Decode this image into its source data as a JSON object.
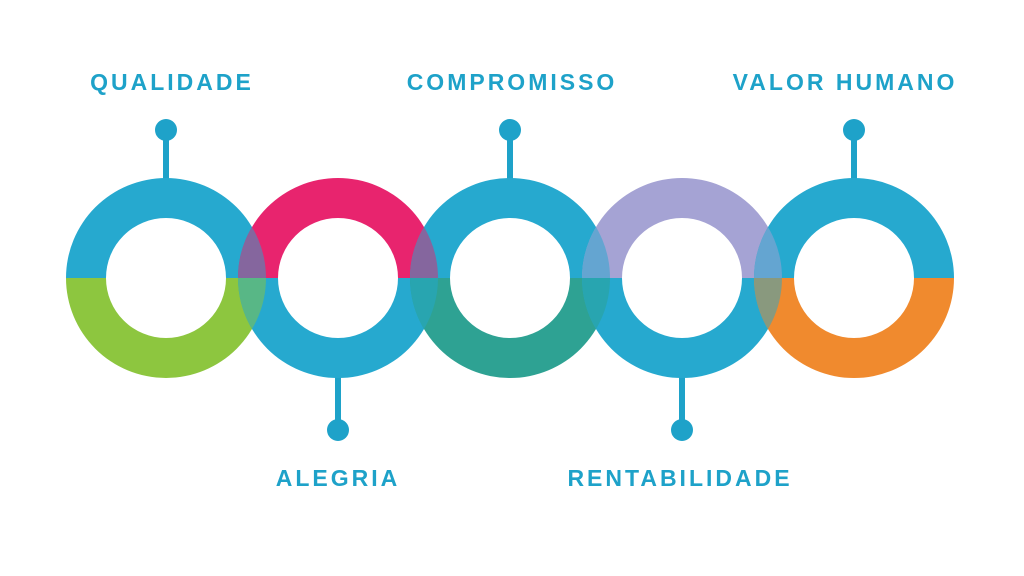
{
  "colors": {
    "accent": "#1EA2C9",
    "background": "#FFFFFF"
  },
  "diagram": {
    "type": "overlapping-rings-values-infographic",
    "accent_color": "#1EA2C9",
    "items": [
      {
        "label": "QUALIDADE",
        "label_position": "top",
        "ring_top_color": "#26A9CF",
        "ring_bottom_color": "#8DC63F"
      },
      {
        "label": "ALEGRIA",
        "label_position": "bottom",
        "ring_top_color": "#E8246E",
        "ring_bottom_color": "#26A9CF"
      },
      {
        "label": "COMPROMISSO",
        "label_position": "top",
        "ring_top_color": "#26A9CF",
        "ring_bottom_color": "#2EA293"
      },
      {
        "label": "RENTABILIDADE",
        "label_position": "bottom",
        "ring_top_color": "#A5A3D4",
        "ring_bottom_color": "#26A9CF"
      },
      {
        "label": "VALOR HUMANO",
        "label_position": "top",
        "ring_top_color": "#26A9CF",
        "ring_bottom_color": "#F08A2E"
      }
    ],
    "overlap_colors": [
      {
        "top": "#85669E",
        "bottom": "#58B786"
      },
      {
        "top": "#85669E",
        "bottom": "#28A5B0"
      },
      {
        "top": "#64A5D1",
        "bottom": "#28A5B0"
      },
      {
        "top": "#64A5D1",
        "bottom": "#89997E"
      }
    ]
  }
}
